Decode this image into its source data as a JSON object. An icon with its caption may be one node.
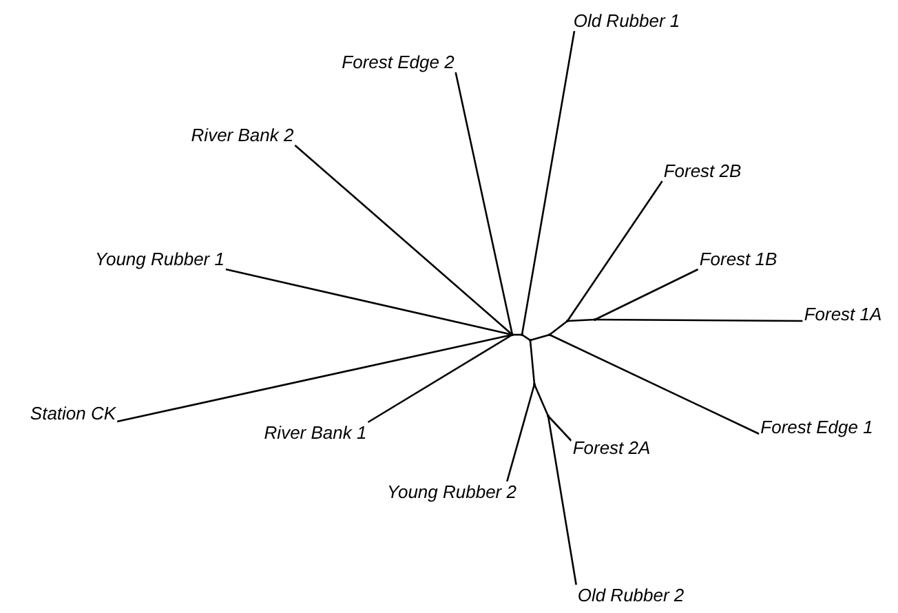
{
  "diagram": {
    "nodes": [
      {
        "text": [
          "Old Rubber 1"
        ]
      },
      {
        "text": [
          "Forest Edge 2"
        ]
      },
      {
        "text": [
          "River Bank 2"
        ]
      },
      {
        "text": [
          "Forest 2B"
        ]
      },
      {
        "text": [
          "Young Rubber 1"
        ]
      },
      {
        "text": [
          "Forest 1B"
        ]
      },
      {
        "text": [
          "Forest 1A"
        ]
      },
      {
        "text": [
          "Station CK"
        ]
      },
      {
        "text": [
          "Forest Edge 1"
        ]
      },
      {
        "text": [
          "River Bank 1"
        ]
      },
      {
        "text": [
          "Forest 2A"
        ]
      },
      {
        "text": [
          "Young Rubber 2"
        ]
      },
      {
        "text": [
          "Old Rubber 2"
        ]
      },
      {
        "text": [],
        "shape": "point"
      },
      {
        "text": [],
        "shape": "point"
      },
      {
        "text": [],
        "shape": "point"
      },
      {
        "text": [],
        "shape": "point"
      },
      {
        "text": [],
        "shape": "point"
      },
      {
        "text": [],
        "shape": "point"
      },
      {
        "text": [],
        "shape": "point"
      },
      {
        "text": [],
        "shape": "point"
      }
    ],
    "edges": [
      {
        "from": 13,
        "to": 1,
        "arrow": "none"
      },
      {
        "from": 13,
        "to": 2,
        "arrow": "none"
      },
      {
        "from": 13,
        "to": 4,
        "arrow": "none"
      },
      {
        "from": 13,
        "to": 7,
        "arrow": "none"
      },
      {
        "from": 13,
        "to": 9,
        "arrow": "none"
      },
      {
        "from": 13,
        "to": 14,
        "arrow": "none"
      },
      {
        "from": 14,
        "to": 0,
        "arrow": "none"
      },
      {
        "from": 14,
        "to": 15,
        "arrow": "none"
      },
      {
        "from": 15,
        "to": 16,
        "arrow": "none"
      },
      {
        "from": 15,
        "to": 19,
        "arrow": "none"
      },
      {
        "from": 16,
        "to": 8,
        "arrow": "none"
      },
      {
        "from": 16,
        "to": 17,
        "arrow": "none"
      },
      {
        "from": 17,
        "to": 3,
        "arrow": "none"
      },
      {
        "from": 17,
        "to": 18,
        "arrow": "none"
      },
      {
        "from": 18,
        "to": 5,
        "arrow": "none"
      },
      {
        "from": 18,
        "to": 6,
        "arrow": "none"
      },
      {
        "from": 19,
        "to": 11,
        "arrow": "none"
      },
      {
        "from": 19,
        "to": 20,
        "arrow": "none"
      },
      {
        "from": 20,
        "to": 10,
        "arrow": "none"
      },
      {
        "from": 20,
        "to": 12,
        "arrow": "none"
      }
    ]
  }
}
